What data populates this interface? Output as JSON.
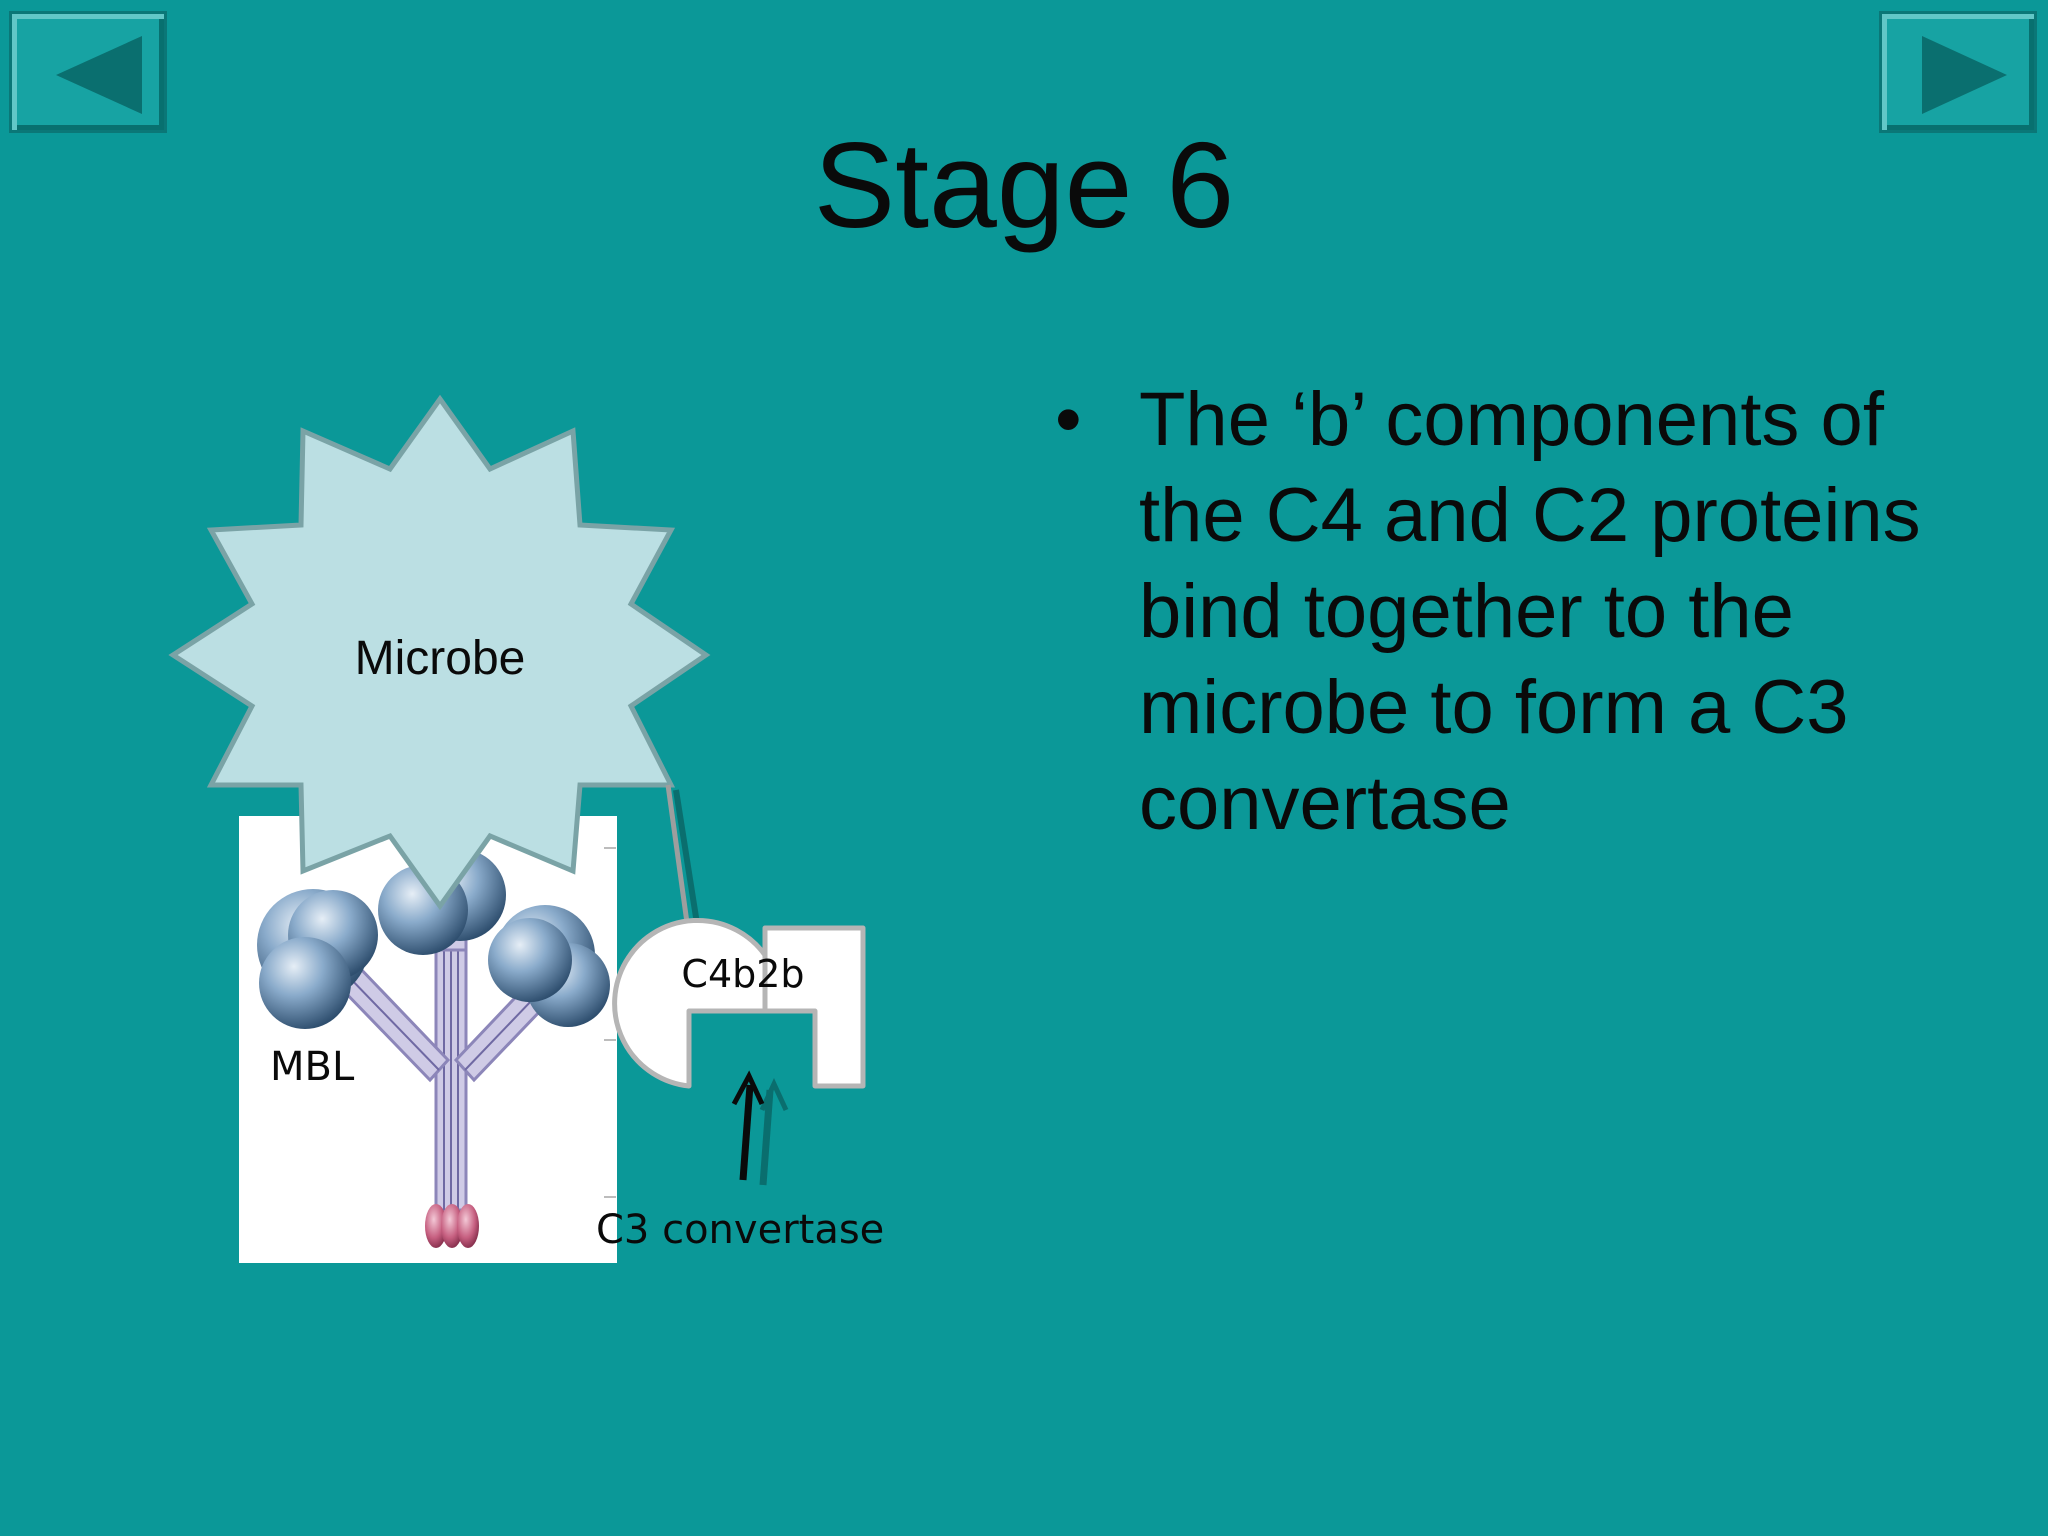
{
  "slide": {
    "title": "Stage 6",
    "bullets": [
      "The ‘b’ components of the C4 and C2 proteins bind together to the microbe to form a C3 convertase"
    ]
  },
  "navigation": {
    "previous_icon": "left-triangle-icon",
    "next_icon": "right-triangle-icon"
  },
  "diagram": {
    "microbe_label": "Microbe",
    "mbl_label": "MBL",
    "complex_label": "C4b2b",
    "convertase_label": "C3 convertase"
  },
  "colors": {
    "background": "#0b9898",
    "microbe_fill": "#bbdfe3",
    "sphere": "#7d9fc2",
    "stalk": "#b7b3d6"
  }
}
